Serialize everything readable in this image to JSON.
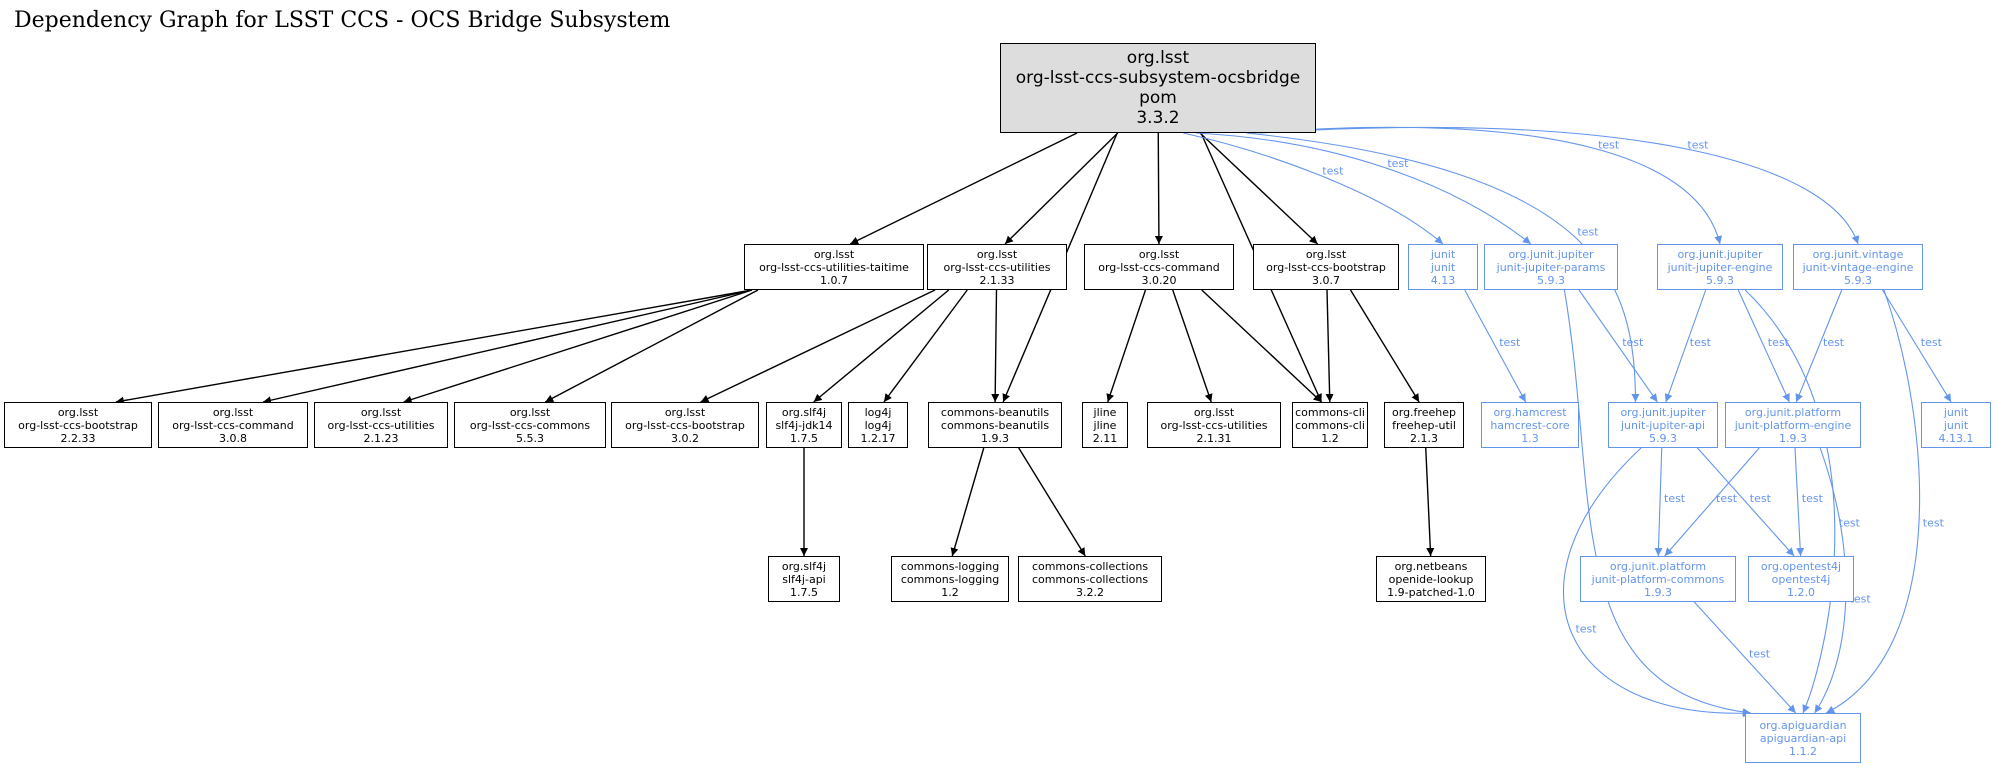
{
  "title": "Dependency Graph for LSST CCS - OCS Bridge Subsystem",
  "colors": {
    "compile": "#000000",
    "test": "#6495ed",
    "root_fill": "#dddddd"
  },
  "edge_label_test": "test",
  "nodes": [
    {
      "id": "root",
      "lines": [
        "org.lsst",
        "org-lsst-ccs-subsystem-ocsbridge",
        "pom",
        "3.3.2"
      ],
      "kind": "root"
    },
    {
      "id": "utaitime",
      "lines": [
        "org.lsst",
        "org-lsst-ccs-utilities-taitime",
        "1.0.7"
      ],
      "kind": "compile"
    },
    {
      "id": "util2133",
      "lines": [
        "org.lsst",
        "org-lsst-ccs-utilities",
        "2.1.33"
      ],
      "kind": "compile"
    },
    {
      "id": "cmd3020",
      "lines": [
        "org.lsst",
        "org-lsst-ccs-command",
        "3.0.20"
      ],
      "kind": "compile"
    },
    {
      "id": "boot307",
      "lines": [
        "org.lsst",
        "org-lsst-ccs-bootstrap",
        "3.0.7"
      ],
      "kind": "compile"
    },
    {
      "id": "junit413",
      "lines": [
        "junit",
        "junit",
        "4.13"
      ],
      "kind": "test"
    },
    {
      "id": "jparams",
      "lines": [
        "org.junit.jupiter",
        "junit-jupiter-params",
        "5.9.3"
      ],
      "kind": "test"
    },
    {
      "id": "jengine",
      "lines": [
        "org.junit.jupiter",
        "junit-jupiter-engine",
        "5.9.3"
      ],
      "kind": "test"
    },
    {
      "id": "vintage",
      "lines": [
        "org.junit.vintage",
        "junit-vintage-engine",
        "5.9.3"
      ],
      "kind": "test"
    },
    {
      "id": "boot2233",
      "lines": [
        "org.lsst",
        "org-lsst-ccs-bootstrap",
        "2.2.33"
      ],
      "kind": "compile"
    },
    {
      "id": "cmd308",
      "lines": [
        "org.lsst",
        "org-lsst-ccs-command",
        "3.0.8"
      ],
      "kind": "compile"
    },
    {
      "id": "util2123",
      "lines": [
        "org.lsst",
        "org-lsst-ccs-utilities",
        "2.1.23"
      ],
      "kind": "compile"
    },
    {
      "id": "commons553",
      "lines": [
        "org.lsst",
        "org-lsst-ccs-commons",
        "5.5.3"
      ],
      "kind": "compile"
    },
    {
      "id": "boot302",
      "lines": [
        "org.lsst",
        "org-lsst-ccs-bootstrap",
        "3.0.2"
      ],
      "kind": "compile"
    },
    {
      "id": "slf4jjdk",
      "lines": [
        "org.slf4j",
        "slf4j-jdk14",
        "1.7.5"
      ],
      "kind": "compile"
    },
    {
      "id": "log4j",
      "lines": [
        "log4j",
        "log4j",
        "1.2.17"
      ],
      "kind": "compile"
    },
    {
      "id": "beanutils",
      "lines": [
        "commons-beanutils",
        "commons-beanutils",
        "1.9.3"
      ],
      "kind": "compile"
    },
    {
      "id": "jline",
      "lines": [
        "jline",
        "jline",
        "2.11"
      ],
      "kind": "compile"
    },
    {
      "id": "util2131",
      "lines": [
        "org.lsst",
        "org-lsst-ccs-utilities",
        "2.1.31"
      ],
      "kind": "compile"
    },
    {
      "id": "cli",
      "lines": [
        "commons-cli",
        "commons-cli",
        "1.2"
      ],
      "kind": "compile"
    },
    {
      "id": "freehep",
      "lines": [
        "org.freehep",
        "freehep-util",
        "2.1.3"
      ],
      "kind": "compile"
    },
    {
      "id": "hamcrest",
      "lines": [
        "org.hamcrest",
        "hamcrest-core",
        "1.3"
      ],
      "kind": "test"
    },
    {
      "id": "japi",
      "lines": [
        "org.junit.jupiter",
        "junit-jupiter-api",
        "5.9.3"
      ],
      "kind": "test"
    },
    {
      "id": "pengine",
      "lines": [
        "org.junit.platform",
        "junit-platform-engine",
        "1.9.3"
      ],
      "kind": "test"
    },
    {
      "id": "junit4131",
      "lines": [
        "junit",
        "junit",
        "4.13.1"
      ],
      "kind": "test"
    },
    {
      "id": "slf4japi",
      "lines": [
        "org.slf4j",
        "slf4j-api",
        "1.7.5"
      ],
      "kind": "compile"
    },
    {
      "id": "logging",
      "lines": [
        "commons-logging",
        "commons-logging",
        "1.2"
      ],
      "kind": "compile"
    },
    {
      "id": "collections",
      "lines": [
        "commons-collections",
        "commons-collections",
        "3.2.2"
      ],
      "kind": "compile"
    },
    {
      "id": "openide",
      "lines": [
        "org.netbeans",
        "openide-lookup",
        "1.9-patched-1.0"
      ],
      "kind": "compile"
    },
    {
      "id": "pcommons",
      "lines": [
        "org.junit.platform",
        "junit-platform-commons",
        "1.9.3"
      ],
      "kind": "test"
    },
    {
      "id": "opentest",
      "lines": [
        "org.opentest4j",
        "opentest4j",
        "1.2.0"
      ],
      "kind": "test"
    },
    {
      "id": "apiguardian",
      "lines": [
        "org.apiguardian",
        "apiguardian-api",
        "1.1.2"
      ],
      "kind": "test"
    }
  ],
  "edges": [
    {
      "from": "root",
      "to": "utaitime",
      "kind": "compile"
    },
    {
      "from": "root",
      "to": "util2133",
      "kind": "compile"
    },
    {
      "from": "root",
      "to": "beanutils",
      "kind": "compile"
    },
    {
      "from": "root",
      "to": "cmd3020",
      "kind": "compile"
    },
    {
      "from": "root",
      "to": "cli",
      "kind": "compile"
    },
    {
      "from": "root",
      "to": "boot307",
      "kind": "compile"
    },
    {
      "from": "root",
      "to": "junit413",
      "kind": "test",
      "label": "test"
    },
    {
      "from": "root",
      "to": "jparams",
      "kind": "test",
      "label": "test"
    },
    {
      "from": "root",
      "to": "japi",
      "kind": "test",
      "label": "test"
    },
    {
      "from": "root",
      "to": "jengine",
      "kind": "test",
      "label": "test"
    },
    {
      "from": "root",
      "to": "vintage",
      "kind": "test",
      "label": "test"
    },
    {
      "from": "utaitime",
      "to": "boot2233",
      "kind": "compile"
    },
    {
      "from": "utaitime",
      "to": "cmd308",
      "kind": "compile"
    },
    {
      "from": "utaitime",
      "to": "util2123",
      "kind": "compile"
    },
    {
      "from": "utaitime",
      "to": "commons553",
      "kind": "compile"
    },
    {
      "from": "util2133",
      "to": "boot302",
      "kind": "compile"
    },
    {
      "from": "util2133",
      "to": "slf4jjdk",
      "kind": "compile"
    },
    {
      "from": "util2133",
      "to": "log4j",
      "kind": "compile"
    },
    {
      "from": "util2133",
      "to": "beanutils",
      "kind": "compile"
    },
    {
      "from": "cmd3020",
      "to": "jline",
      "kind": "compile"
    },
    {
      "from": "cmd3020",
      "to": "util2131",
      "kind": "compile"
    },
    {
      "from": "cmd3020",
      "to": "cli",
      "kind": "compile"
    },
    {
      "from": "boot307",
      "to": "cli",
      "kind": "compile"
    },
    {
      "from": "boot307",
      "to": "freehep",
      "kind": "compile"
    },
    {
      "from": "slf4jjdk",
      "to": "slf4japi",
      "kind": "compile"
    },
    {
      "from": "beanutils",
      "to": "logging",
      "kind": "compile"
    },
    {
      "from": "beanutils",
      "to": "collections",
      "kind": "compile"
    },
    {
      "from": "freehep",
      "to": "openide",
      "kind": "compile"
    },
    {
      "from": "junit413",
      "to": "hamcrest",
      "kind": "test",
      "label": "test"
    },
    {
      "from": "jparams",
      "to": "japi",
      "kind": "test",
      "label": "test"
    },
    {
      "from": "jparams",
      "to": "apiguardian",
      "kind": "test",
      "label": "test"
    },
    {
      "from": "jengine",
      "to": "japi",
      "kind": "test",
      "label": "test"
    },
    {
      "from": "jengine",
      "to": "pengine",
      "kind": "test",
      "label": "test"
    },
    {
      "from": "jengine",
      "to": "apiguardian",
      "kind": "test",
      "label": "test"
    },
    {
      "from": "vintage",
      "to": "pengine",
      "kind": "test",
      "label": "test"
    },
    {
      "from": "vintage",
      "to": "junit4131",
      "kind": "test",
      "label": "test"
    },
    {
      "from": "vintage",
      "to": "apiguardian",
      "kind": "test",
      "label": "test"
    },
    {
      "from": "japi",
      "to": "pcommons",
      "kind": "test",
      "label": "test"
    },
    {
      "from": "japi",
      "to": "opentest",
      "kind": "test",
      "label": "test"
    },
    {
      "from": "japi",
      "to": "apiguardian",
      "kind": "test",
      "label": "test"
    },
    {
      "from": "pengine",
      "to": "pcommons",
      "kind": "test",
      "label": "test"
    },
    {
      "from": "pengine",
      "to": "opentest",
      "kind": "test",
      "label": "test"
    },
    {
      "from": "pengine",
      "to": "apiguardian",
      "kind": "test",
      "label": "test"
    },
    {
      "from": "pcommons",
      "to": "apiguardian",
      "kind": "test",
      "label": "test"
    }
  ]
}
